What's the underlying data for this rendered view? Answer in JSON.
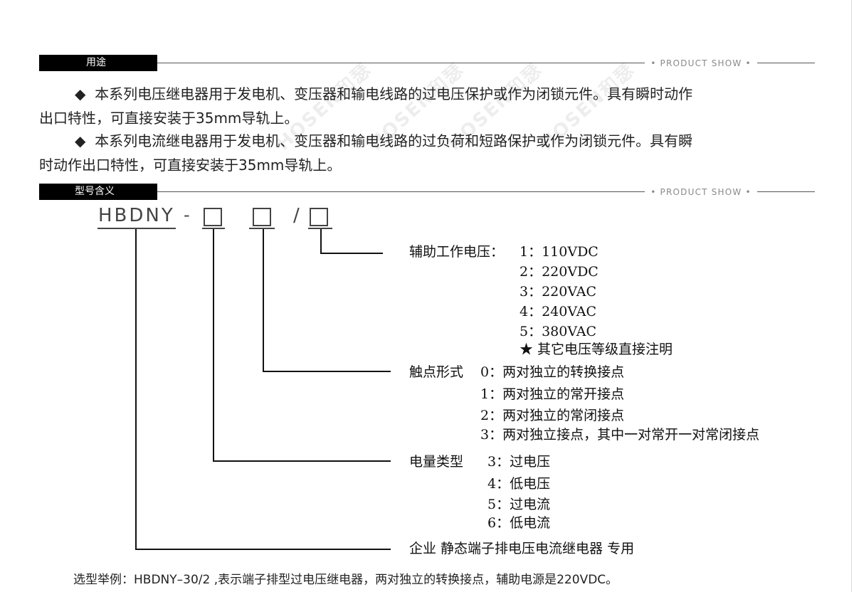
{
  "sections": {
    "usage_tag": "用途",
    "model_tag": "型号含义",
    "product_show": "• PRODUCT SHOW •"
  },
  "usage": {
    "bullet": "◆",
    "p1_line1": "本系列电压继电器用于发电机、变压器和输电线路的过电压保护或作为闭锁元件。具有瞬时动作",
    "p1_line2": "出口特性，可直接安装于35mm导轨上。",
    "p2_line1": "本系列电流继电器用于发电机、变压器和输电线路的过负荷和短路保护或作为闭锁元件。具有瞬",
    "p2_line2": "时动作出口特性，可直接安装于35mm导轨上。"
  },
  "model": {
    "code": "HBDNY",
    "dash": "-",
    "slash": "/"
  },
  "aux_voltage": {
    "label": "辅助工作电压：",
    "options": [
      "1：110VDC",
      "2：220VDC",
      "3：220VAC",
      "4：240VAC",
      "5：380VAC"
    ],
    "note": "★ 其它电压等级直接注明"
  },
  "contact_form": {
    "label": "触点形式",
    "options": [
      "0：两对独立的转换接点",
      "1：两对独立的常开接点",
      "2：两对独立的常闭接点",
      "3：两对独立接点，其中一对常开一对常闭接点"
    ]
  },
  "quantity_type": {
    "label": "电量类型",
    "options": [
      "3：过电压",
      "4：低电压",
      "5：过电流",
      "6：低电流"
    ]
  },
  "company": "企业 静态端子排电压电流继电器 专用",
  "example": "选型举例：HBDNY–30/2 ,表示端子排型过电压继电器，两对独立的转换接点，辅助电源是220VDC。",
  "watermark": "HOSEN和瑟"
}
